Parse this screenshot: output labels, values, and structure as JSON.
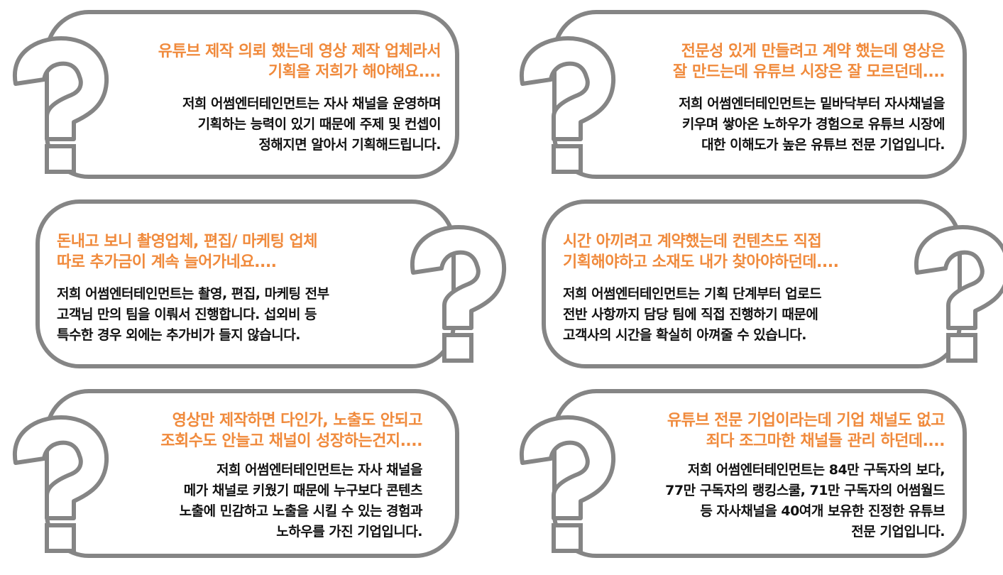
{
  "colors": {
    "question": "#f08a3c",
    "answer": "#111111",
    "border": "#858585"
  },
  "icon": "question-mark-icon",
  "cards": [
    {
      "question": [
        "유튜브 제작 의뢰 했는데 영상 제작 업체라서",
        "기획을 저희가 해야해요...."
      ],
      "answer": [
        "저희 어썸엔터테인먼트는 자사 채널을 운영하며",
        "기획하는 능력이 있기 때문에 주제 및 컨셉이",
        "정해지면 알아서 기획해드립니다."
      ]
    },
    {
      "question": [
        "전문성 있게 만들려고 계약 했는데 영상은",
        "잘 만드는데 유튜브 시장은 잘 모르던데...."
      ],
      "answer": [
        "저희 어썸엔터테인먼트는 밑바닥부터 자사채널을",
        "키우며 쌓아온 노하우가 경험으로 유튜브 시장에",
        "대한 이해도가 높은 유튜브 전문 기업입니다."
      ]
    },
    {
      "question": [
        "돈내고 보니 촬영업체, 편집/ 마케팅 업체",
        "따로 추가금이 계속 늘어가네요...."
      ],
      "answer": [
        "저희 어썸엔터테인먼트는 촬영, 편집, 마케팅 전부",
        "고객님 만의 팀을 이뤄서 진행합니다. 섭외비 등",
        "특수한 경우 외에는 추가비가 들지 않습니다."
      ]
    },
    {
      "question": [
        "시간 아끼려고 계약했는데 컨텐츠도 직접",
        "기획해야하고 소재도 내가 찾아야하던데...."
      ],
      "answer": [
        "저희 어썸엔터테인먼트는 기획 단계부터 업로드",
        "전반 사항까지 담당 팀에 직접 진행하기 때문에",
        "고객사의 시간을 확실히 아껴줄 수 있습니다."
      ]
    },
    {
      "question": [
        "영상만 제작하면 다인가, 노출도 안되고",
        "조회수도 안늘고 채널이 성장하는건지...."
      ],
      "answer": [
        "저희 어썸엔터테인먼트는 자사 채널을",
        "메가 채널로 키웠기 때문에 누구보다 콘텐츠",
        "노출에 민감하고 노출을 시킬 수 있는 경험과",
        "노하우를 가진 기업입니다."
      ]
    },
    {
      "question": [
        "유튜브 전문 기업이라는데 기업 채널도 없고",
        "죄다 조그마한 채널들 관리 하던데...."
      ],
      "answer": [
        "저희 어썸엔터테인먼트는 84만 구독자의 보다,",
        "77만 구독자의 랭킹스쿨, 71만 구독자의 어썸월드",
        "등 자사채널을 40여개 보유한 진정한 유튜브",
        "전문 기업입니다."
      ]
    }
  ]
}
